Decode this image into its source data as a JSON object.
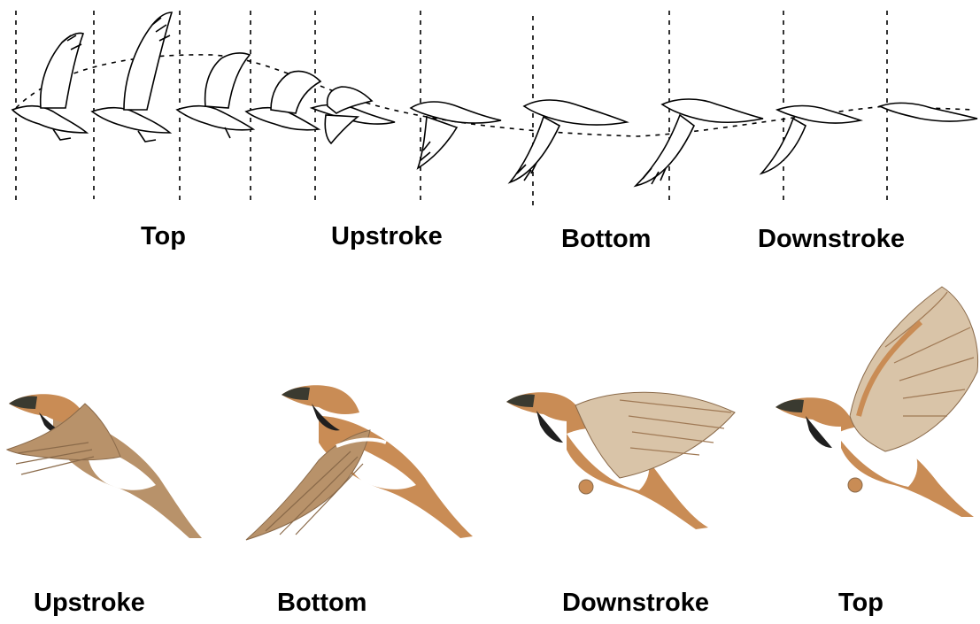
{
  "sketch_sequence": {
    "labels": [
      "Top",
      "Upstroke",
      "Bottom",
      "Downstroke"
    ]
  },
  "sparrow_sequence": {
    "labels": [
      "Upstroke",
      "Bottom",
      "Downstroke",
      "Top"
    ],
    "colors": {
      "plumage": "#c98c55",
      "wing": "#b8926a",
      "wing_light": "#d9c4a8",
      "breast": "#ffffff",
      "throat": "#1f1f1f",
      "head": "#3a3a30"
    }
  }
}
